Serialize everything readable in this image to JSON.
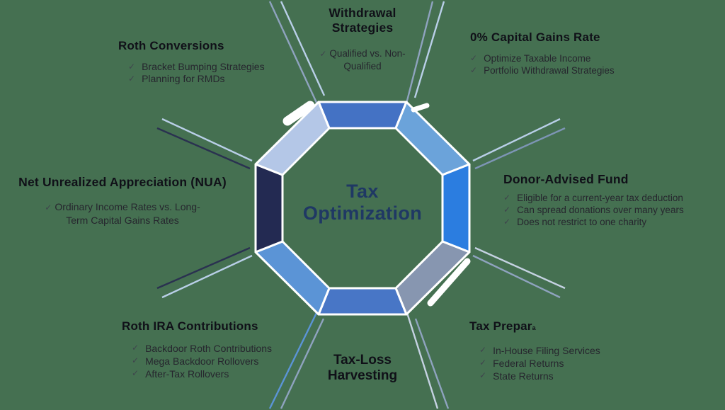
{
  "title": "Tax Optimization Diagram",
  "background_color": "#457051",
  "icons": {
    "check": "✓"
  },
  "center": {
    "line1": "Tax",
    "line2": "Optimization",
    "color": "#1f3864"
  },
  "octagon": {
    "north": "#4472c4",
    "northeast": "#6ba3da",
    "east": "#2b7de0",
    "southeast": "#8796b0",
    "south": "#4876c6",
    "southwest": "#5b94d6",
    "west": "#232a52",
    "northwest": "#b4c7e7"
  },
  "ray_colors": {
    "light": "#b9cfe8",
    "slate": "#8fa3bf",
    "steel": "#7d95b5",
    "dark_navy": "#2a3150",
    "blue": "#5b94d6",
    "pale": "#c5d2e2"
  },
  "sections": {
    "withdrawal_strategies": {
      "title": "Withdrawal Strategies",
      "bullets": [
        "Qualified vs. Non-Qualified"
      ]
    },
    "capital_gains": {
      "title": "0% Capital Gains Rate",
      "bullets": [
        "Optimize Taxable Income",
        "Portfolio Withdrawal Strategies"
      ]
    },
    "roth_conversions": {
      "title": "Roth Conversions",
      "bullets": [
        "Bracket Bumping Strategies",
        "Planning for RMDs"
      ]
    },
    "nua": {
      "title": "Net Unrealized Appreciation (NUA)",
      "bullets": [
        "Ordinary Income Rates vs. Long-Term Capital Gains Rates"
      ]
    },
    "donor_advised_fund": {
      "title": "Donor-Advised Fund",
      "bullets": [
        "Eligible for a current-year tax deduction",
        "Can spread donations over many years",
        "Does not restrict to one charity"
      ]
    },
    "roth_ira": {
      "title": "Roth IRA Contributions",
      "bullets": [
        "Backdoor Roth Contributions",
        "Mega Backdoor Rollovers",
        "After-Tax Rollovers"
      ]
    },
    "tax_loss": {
      "title": "Tax-Loss Harvesting"
    },
    "tax_prep": {
      "title": "Tax Prepar",
      "title_suffix": "a",
      "bullets": [
        "In-House Filing Services",
        "Federal Returns",
        "State Returns"
      ]
    }
  }
}
